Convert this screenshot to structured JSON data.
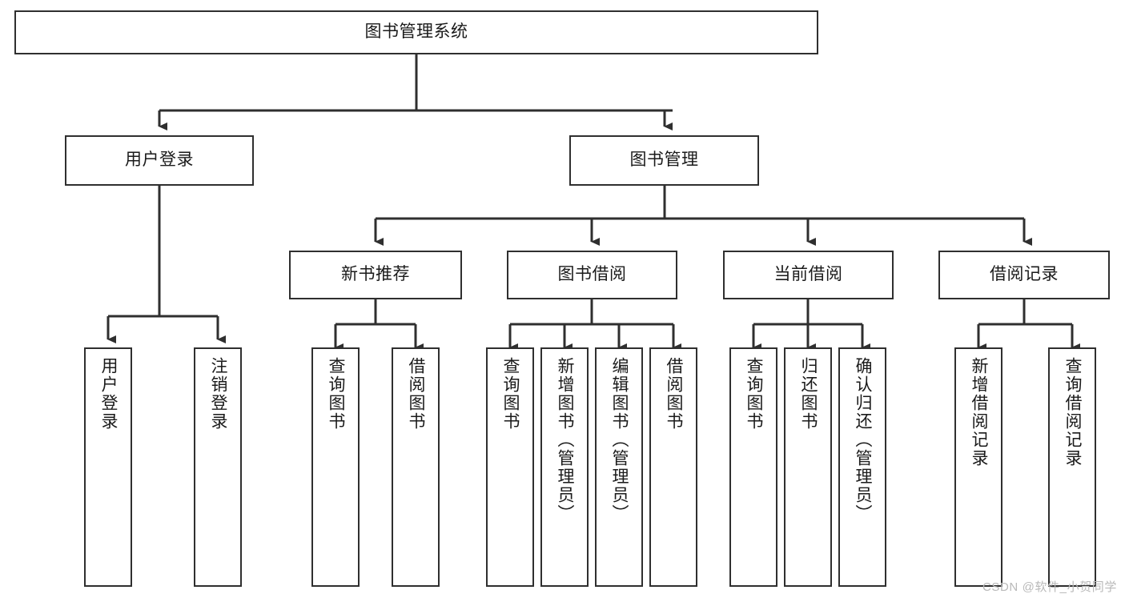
{
  "diagram": {
    "type": "tree-hierarchy",
    "title": "图书管理系统",
    "orientation": "top-down",
    "watermark": "CSDN @软件_小贺同学",
    "colors": {
      "box_border": "#2f2f2f",
      "box_fill": "#ffffff",
      "connector": "#2f2f2f",
      "text": "#1a1a1a",
      "watermark": "#b9b9b9",
      "background": "#ffffff"
    },
    "nodes": {
      "root": {
        "label": "图书管理系统",
        "level": 1
      },
      "l2": [
        {
          "id": "user-login",
          "label": "用户登录",
          "level": 2
        },
        {
          "id": "book-manage",
          "label": "图书管理",
          "level": 2
        }
      ],
      "l3": [
        {
          "id": "new-book-recommend",
          "label": "新书推荐",
          "level": 3,
          "parent": "book-manage"
        },
        {
          "id": "book-borrow",
          "label": "图书借阅",
          "level": 3,
          "parent": "book-manage"
        },
        {
          "id": "current-borrow",
          "label": "当前借阅",
          "level": 3,
          "parent": "book-manage"
        },
        {
          "id": "borrow-record",
          "label": "借阅记录",
          "level": 3,
          "parent": "book-manage"
        }
      ],
      "leaves": [
        {
          "id": "leaf-user-login",
          "label": "用户登录",
          "parent": "user-login"
        },
        {
          "id": "leaf-logout",
          "label": "注销登录",
          "parent": "user-login"
        },
        {
          "id": "leaf-query-book-1",
          "label": "查询图书",
          "parent": "new-book-recommend"
        },
        {
          "id": "leaf-borrow-book-1",
          "label": "借阅图书",
          "parent": "new-book-recommend"
        },
        {
          "id": "leaf-query-book-2",
          "label": "查询图书",
          "parent": "book-borrow"
        },
        {
          "id": "leaf-add-book",
          "label": "新增图书（管理员）",
          "parent": "book-borrow"
        },
        {
          "id": "leaf-edit-book",
          "label": "编辑图书（管理员）",
          "parent": "book-borrow"
        },
        {
          "id": "leaf-borrow-book-2",
          "label": "借阅图书",
          "parent": "book-borrow"
        },
        {
          "id": "leaf-query-book-3",
          "label": "查询图书",
          "parent": "current-borrow"
        },
        {
          "id": "leaf-return-book",
          "label": "归还图书",
          "parent": "current-borrow"
        },
        {
          "id": "leaf-confirm-return",
          "label": "确认归还（管理员）",
          "parent": "current-borrow"
        },
        {
          "id": "leaf-add-record",
          "label": "新增借阅记录",
          "parent": "borrow-record"
        },
        {
          "id": "leaf-query-record",
          "label": "查询借阅记录",
          "parent": "borrow-record"
        }
      ]
    }
  }
}
